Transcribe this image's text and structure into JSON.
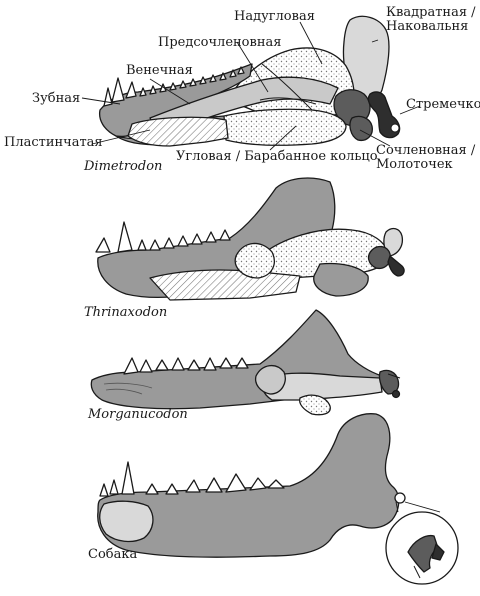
{
  "diagram": {
    "panels": [
      {
        "name": "Dimetrodon",
        "labels": {
          "dentary": "Зубная",
          "coronoid": "Венечная",
          "prearticular": "Предсочленовная",
          "surangular": "Надугловая",
          "quadrate_incus": "Квадратная /\nНаковальня",
          "stapes": "Стремечко",
          "splenial": "Пластинчатая",
          "angular": "Угловая / Барабанное кольцо",
          "articular_malleus": "Сочленовная /\nМолоточек"
        }
      },
      {
        "name": "Thrinaxodon"
      },
      {
        "name": "Morganucodon"
      },
      {
        "name": "Собака"
      }
    ],
    "colors": {
      "dentary": "#9a9a9a",
      "bone_light": "#d9d9d9",
      "bone_dark": "#5c5c5c",
      "stapes": "#2e2e2e",
      "outline": "#1a1a1a"
    }
  }
}
